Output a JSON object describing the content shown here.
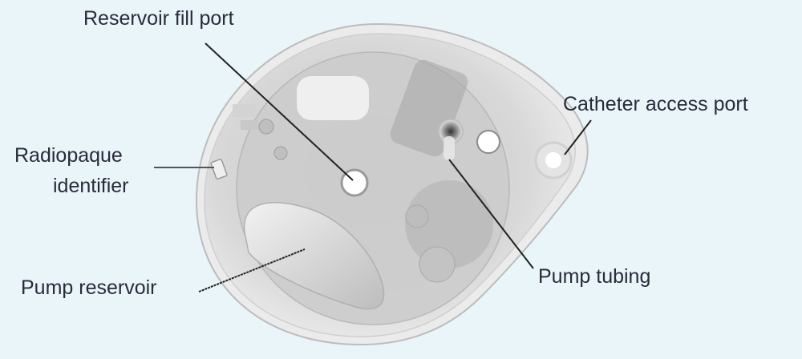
{
  "diagram": {
    "subject": "Implantable drug infusion pump (radiograph-style view)",
    "background_color": "#e9f5f9",
    "labels": [
      {
        "id": "reservoir_fill_port",
        "text": "Reservoir fill port"
      },
      {
        "id": "catheter_access_port",
        "text": "Catheter access port"
      },
      {
        "id": "radiopaque_identifier_line1",
        "text": "Radiopaque"
      },
      {
        "id": "radiopaque_identifier_line2",
        "text": "identifier"
      },
      {
        "id": "pump_reservoir",
        "text": "Pump reservoir"
      },
      {
        "id": "pump_tubing",
        "text": "Pump tubing"
      }
    ]
  }
}
